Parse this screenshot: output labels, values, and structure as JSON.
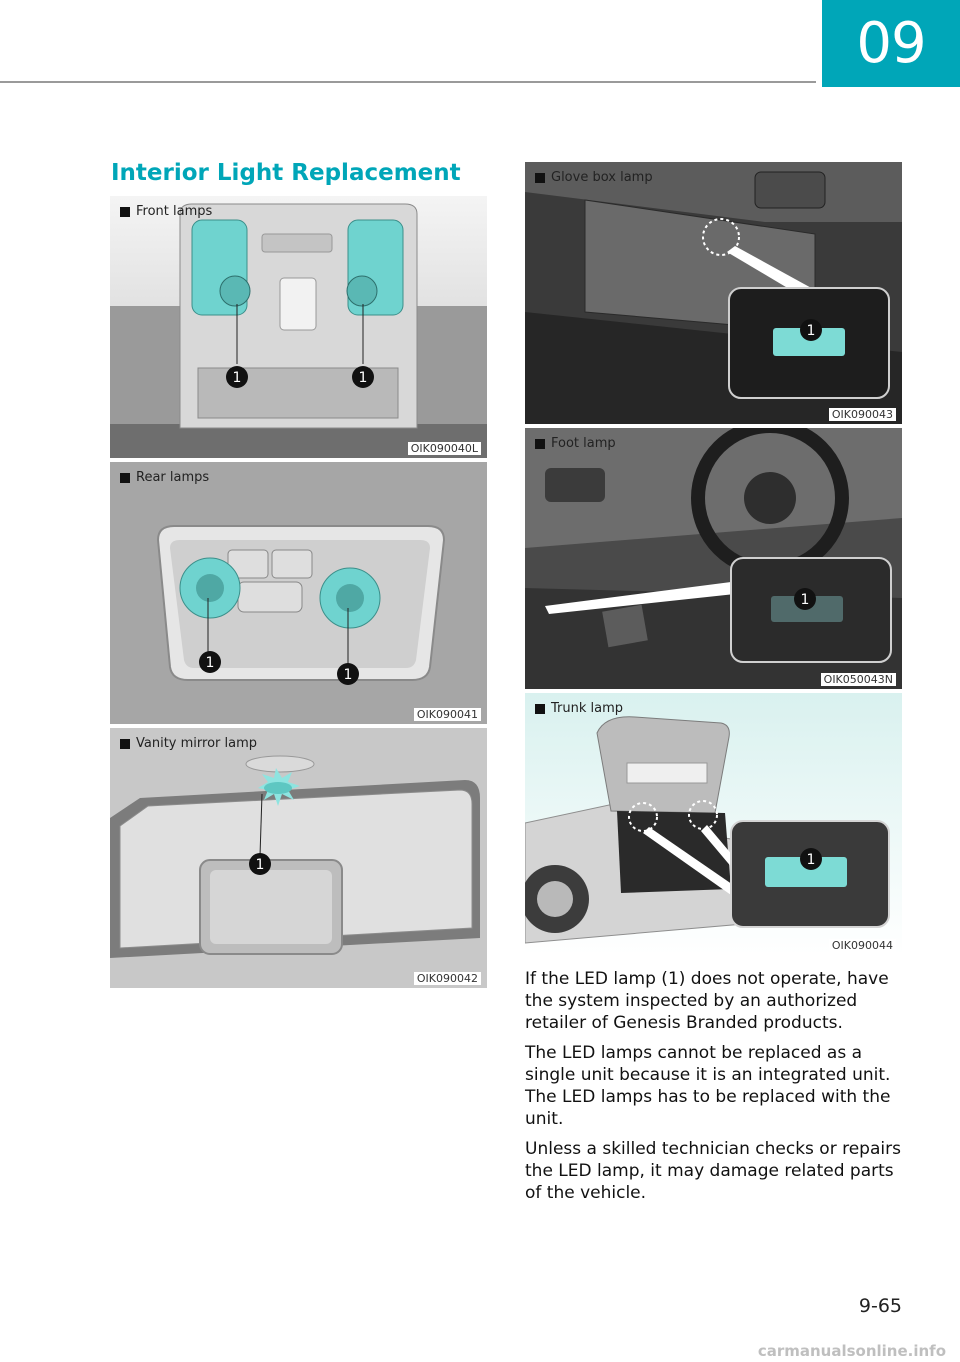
{
  "header": {
    "chapter": "09"
  },
  "section_title": "Interior Light Replacement",
  "figures": [
    {
      "caption": "Front lamps",
      "code": "OIK090040L",
      "callouts": [
        "1",
        "1"
      ]
    },
    {
      "caption": "Rear lamps",
      "code": "OIK090041",
      "callouts": [
        "1",
        "1"
      ]
    },
    {
      "caption": "Vanity mirror lamp",
      "code": "OIK090042",
      "callouts": [
        "1"
      ]
    },
    {
      "caption": "Glove box lamp",
      "code": "OIK090043",
      "callouts": [
        "1"
      ]
    },
    {
      "caption": "Foot lamp",
      "code": "OIK050043N",
      "callouts": [
        "1"
      ]
    },
    {
      "caption": "Trunk lamp",
      "code": "OIK090044",
      "callouts": [
        "1"
      ]
    }
  ],
  "body": {
    "paragraphs": [
      "If the LED lamp (1) does not operate, have the system inspected by an authorized retailer of Genesis Branded products.",
      "The LED lamps cannot be replaced as a single unit because it is an integrated unit. The LED lamps has to be replaced with the unit.",
      "Unless a skilled technician checks or repairs the LED lamp, it may damage related parts of the vehicle."
    ]
  },
  "page_number": "9-65",
  "watermark": "carmanualsonline.info",
  "colors": {
    "accent": "#00a6b8",
    "lamp_highlight": "#6fd3cf"
  }
}
